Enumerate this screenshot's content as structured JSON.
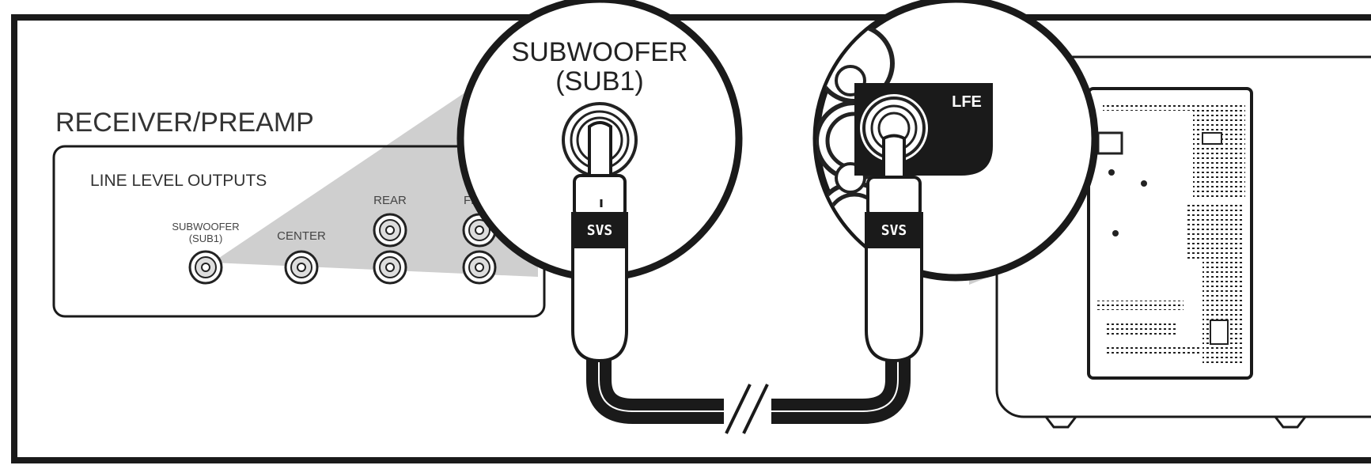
{
  "receiver": {
    "title": "RECEIVER/PREAMP",
    "outputs_heading": "LINE LEVEL OUTPUTS",
    "jack_sub_line1": "SUBWOOFER",
    "jack_sub_line2": "(SUB1)",
    "jack_center": "CENTER",
    "jack_rear": "REAR",
    "jack_front_partial": "FR"
  },
  "zoom_receiver": {
    "line1": "SUBWOOFER",
    "line2": "(SUB1)"
  },
  "zoom_sub": {
    "lfe_label": "LFE"
  },
  "cable": {
    "brand": "SVS"
  }
}
